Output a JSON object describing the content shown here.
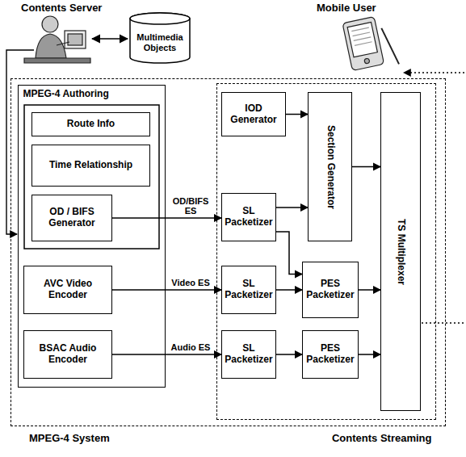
{
  "diagram": {
    "nodes": [
      {
        "text": [
          "Multimedia Objects"
        ]
      },
      {
        "text": [
          "MPEG-4 System"
        ]
      },
      {
        "text": [
          "MPEG-4 Authoring"
        ],
        "in": 1
      },
      {
        "text": [
          "Route Info"
        ],
        "in": 2
      },
      {
        "text": [
          "Time Relationship"
        ],
        "in": 2
      },
      {
        "text": [
          "OD / BIFS Generator"
        ],
        "in": 2
      },
      {
        "text": [
          "AVC Video Encoder"
        ],
        "in": 2
      },
      {
        "text": [
          "BSAC Audio Encoder"
        ],
        "in": 2
      },
      {
        "text": [
          "Contents Streaming"
        ],
        "in": 1
      },
      {
        "text": [
          "IOD Generator"
        ],
        "in": 8
      },
      {
        "text": [
          "Section Generator"
        ],
        "in": 8
      },
      {
        "text": [
          "SL Packetizer"
        ],
        "in": 8
      },
      {
        "text": [
          "SL Packetizer"
        ],
        "in": 8
      },
      {
        "text": [
          "PES Packetizer"
        ],
        "in": 8
      },
      {
        "text": [
          "SL Packetizer"
        ],
        "in": 8
      },
      {
        "text": [
          "PES Packetizer"
        ],
        "in": 8
      },
      {
        "text": [
          "TS Multiplexer"
        ],
        "in": 8
      }
    ],
    "edges": [
      {
        "from": 5,
        "to": 11,
        "label": "OD/BIFS ES",
        "arrow": "to"
      },
      {
        "from": 6,
        "to": 12,
        "label": "Video ES",
        "arrow": "to"
      },
      {
        "from": 7,
        "to": 14,
        "label": "Audio ES",
        "arrow": "to"
      },
      {
        "from": 9,
        "to": 10,
        "arrow": "to"
      },
      {
        "from": 11,
        "to": 10,
        "arrow": "to"
      },
      {
        "from": 11,
        "to": 13,
        "arrow": "to"
      },
      {
        "from": 12,
        "to": 13,
        "arrow": "to"
      },
      {
        "from": 14,
        "to": 15,
        "arrow": "to"
      },
      {
        "from": 10,
        "to": 16,
        "arrow": "to"
      },
      {
        "from": 13,
        "to": 16,
        "arrow": "to"
      },
      {
        "from": 15,
        "to": 16,
        "arrow": "to"
      }
    ],
    "labels": [
      "Contents Server",
      "Mobile User"
    ]
  }
}
